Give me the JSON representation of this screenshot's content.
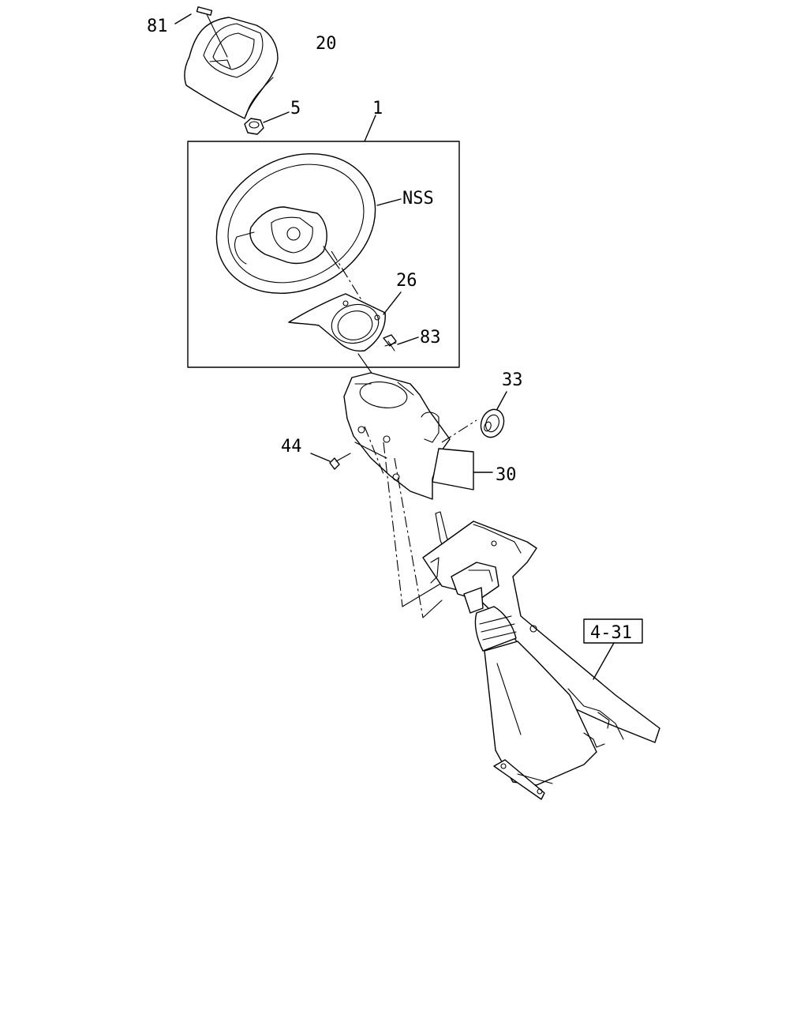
{
  "callouts": [
    {
      "id": "c81",
      "text": "81"
    },
    {
      "id": "c20",
      "text": "20"
    },
    {
      "id": "c5",
      "text": "5"
    },
    {
      "id": "c1",
      "text": "1"
    },
    {
      "id": "cNSS",
      "text": "NSS"
    },
    {
      "id": "c26",
      "text": "26"
    },
    {
      "id": "c83",
      "text": "83"
    },
    {
      "id": "c33",
      "text": "33"
    },
    {
      "id": "c44",
      "text": "44"
    },
    {
      "id": "c30",
      "text": "30"
    }
  ],
  "reference_box": {
    "text": "4-31"
  }
}
